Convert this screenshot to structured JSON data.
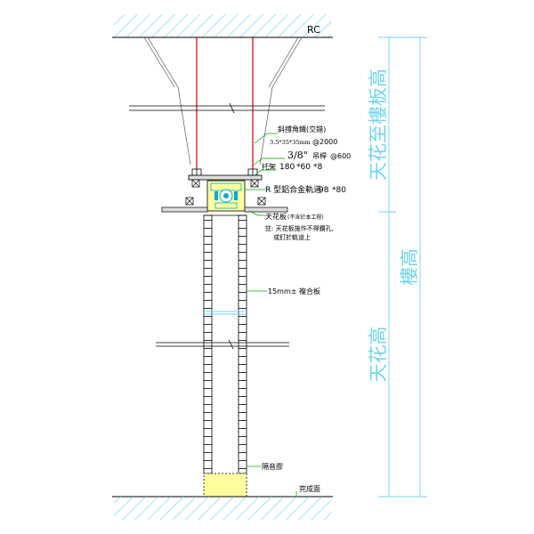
{
  "labels": {
    "ceiling_slab": "RC",
    "diagonal_brace": "斜撐角鐵(交錯)",
    "brace_size": "3.5*35*35mm",
    "brace_spacing": "@2000",
    "hanger_rod_size": "3/8\"",
    "hanger_rod": "吊桿",
    "hanger_rod_spacing": "@600",
    "bracket_label": "托架",
    "bracket_size": "180",
    "bracket_spec": "*60",
    "bracket_thk": "*8",
    "track_label": "R 型鋁合金軌道",
    "track_size": "98",
    "track_spec": "*80",
    "ceiling_board": "天花板",
    "ceiling_board_note": "(不含於本工程)",
    "ceiling_note_line1": "註: 天花板施作不得鑽孔,",
    "ceiling_note_line2": "或釘於軌道上",
    "panel_label": "15mm± 複合板",
    "seal_label": "隔音膠",
    "finish_floor": "完成面"
  },
  "dimensions": {
    "ceiling_to_slab": "天花至樓板高",
    "floor_height": "樓高",
    "ceiling_height": "天花高"
  },
  "colors": {
    "line": "#000000",
    "hanger_rod": "#cc0000",
    "dimension": "#6fd6ee",
    "track_fill": "#ffffa0",
    "track_detail": "#00aadd",
    "leader": "#00a000"
  }
}
